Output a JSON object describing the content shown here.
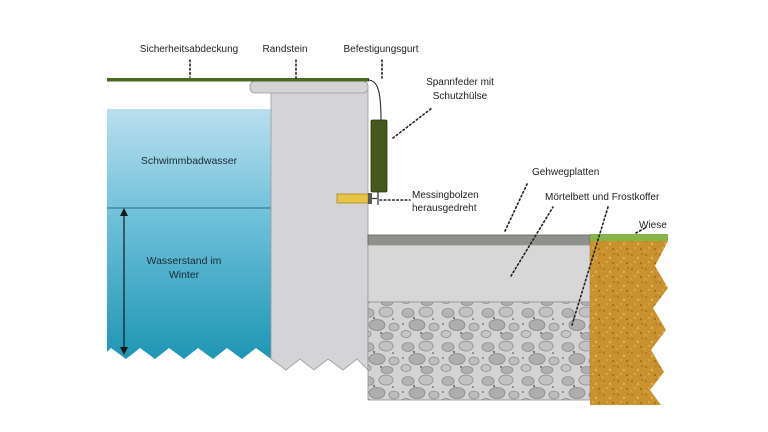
{
  "diagram": {
    "labels": {
      "cover": "Sicherheitsabdeckung",
      "curb": "Randstein",
      "strap": "Befestigungsgurt",
      "spring_line1": "Spannfeder mit",
      "spring_line2": "Schutzhülse",
      "pool_water": "Schwimmbadwasser",
      "winter_line1": "Wasserstand im",
      "winter_line2": "Winter",
      "bolt_line1": "Messingbolzen",
      "bolt_line2": "herausgedreht",
      "paving": "Gehwegplatten",
      "mortar": "Mörtelbett und Frostkoffer",
      "lawn": "Wiese"
    },
    "colors": {
      "cover": "#4a6a1f",
      "curb": "#d4d4d6",
      "water_top": "#b9dfee",
      "water_bottom": "#1e96b4",
      "spring": "#46581c",
      "bolt": "#e7c445",
      "paving": "#8f918d",
      "mortar": "#d7d7d7",
      "gravel": "#c9c9c9",
      "lawn": "#86b646",
      "soil": "#c9922f"
    }
  }
}
